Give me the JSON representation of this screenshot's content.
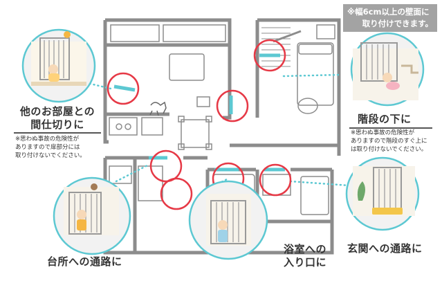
{
  "note": {
    "line1": "※幅6cm以上の壁面に",
    "line2": "取り付けできます。"
  },
  "areas": {
    "room": {
      "title_line1": "他のお部屋との",
      "title_line2": "間仕切りに",
      "warning_lines": [
        "※思わぬ事故の危険性が",
        "ありますので扉部分には",
        "取り付けないでください。"
      ]
    },
    "stairs": {
      "title": "階段の下に",
      "warning_lines": [
        "※思わぬ事故の危険性が",
        "ありますので階段のすぐ上に",
        "は取り付けないでください。"
      ]
    },
    "kitchen": {
      "title": "台所への通路に"
    },
    "bath": {
      "title_line1": "浴室への",
      "title_line2": "入り口に"
    },
    "entrance": {
      "title": "玄関への通路に"
    }
  },
  "colors": {
    "wall": "#8c8c8c",
    "gate": "#5cc8d2",
    "marker": "#e63946",
    "note_bg": "#a3a3a3",
    "label_text": "#333333"
  }
}
